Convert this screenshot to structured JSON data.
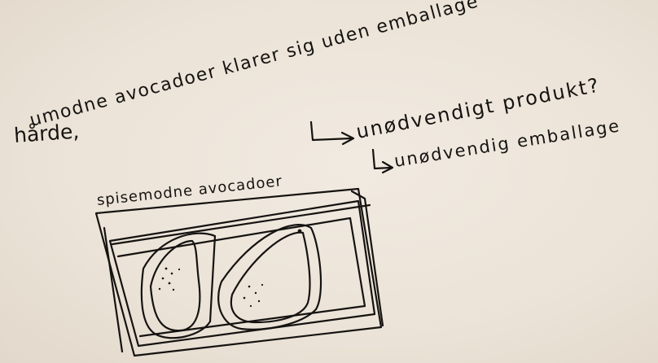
{
  "notes": {
    "note_1": "hårde,",
    "note_2": "umodne avocadoer klarer sig uden emballage",
    "note_3": "unødvendigt produkt?",
    "note_4": "unødvendig emballage",
    "note_5": "spisemodne avocadoer"
  },
  "ink_color": "#151311",
  "paper_color": "#ece4d9",
  "sketch": {
    "subject": "plastic tray with two avocados",
    "icon": "avocado-tray-drawing"
  }
}
